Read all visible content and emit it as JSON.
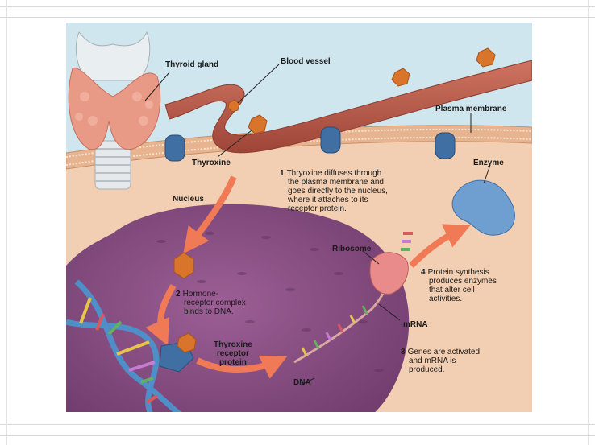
{
  "labels": {
    "thyroid_gland": "Thyroid gland",
    "blood_vessel": "Blood vessel",
    "plasma_membrane": "Plasma membrane",
    "thyroxine": "Thyroxine",
    "enzyme": "Enzyme",
    "nucleus": "Nucleus",
    "ribosome": "Ribosome",
    "mrna": "mRNA",
    "dna": "DNA",
    "thyroxine_receptor_protein": [
      "Thyroxine",
      "receptor",
      "protein"
    ]
  },
  "steps": [
    {
      "num": "1",
      "lines": [
        "Thryoxine diffuses through",
        "the plasma membrane and",
        "goes directly to the nucleus,",
        "where it attaches to its",
        "receptor protein."
      ]
    },
    {
      "num": "2",
      "lines": [
        "Hormone-",
        "receptor complex",
        "binds to DNA."
      ]
    },
    {
      "num": "3",
      "lines": [
        "Genes are activated",
        "and mRNA is",
        "produced."
      ]
    },
    {
      "num": "4",
      "lines": [
        "Protein synthesis",
        "produces enzymes",
        "that alter cell",
        "activities."
      ]
    }
  ],
  "colors": {
    "sky": "#cfe6ee",
    "cytoplasm": "#f2cfb2",
    "membrane": "#e7b48f",
    "nucleus": "#8a4f84",
    "vessel": "#b85a48",
    "thyroid": "#e99a86",
    "hormone": "#d9752a",
    "receptor": "#3f6fa3",
    "enzyme": "#6f9fd1",
    "arrow": "#ef7a55"
  }
}
